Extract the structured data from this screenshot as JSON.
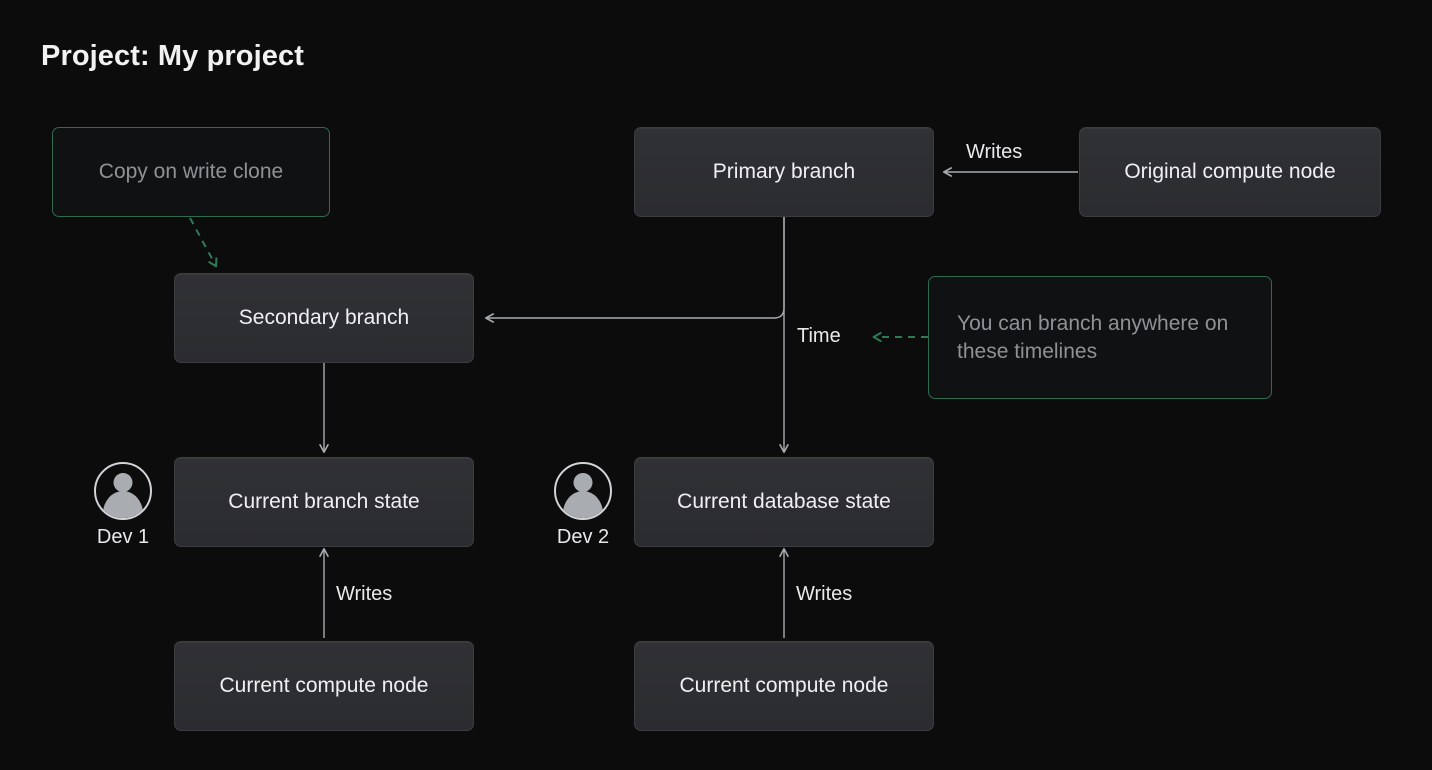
{
  "page": {
    "title": "Project: My project",
    "background_color": "#0c0c0d"
  },
  "theme": {
    "node_fill": "#2e2f32",
    "node_border": "#3c3d41",
    "node_text": "#f0f0f2",
    "accent_green": "#2f6b4f",
    "ghost_text": "#8f9295",
    "edge_color": "#a8abae"
  },
  "nodes": {
    "copy_on_write_clone": {
      "label": "Copy on write clone",
      "style": "annotation"
    },
    "primary_branch": {
      "label": "Primary branch",
      "style": "solid"
    },
    "original_compute_node": {
      "label": "Original compute node",
      "style": "solid"
    },
    "secondary_branch": {
      "label": "Secondary branch",
      "style": "solid"
    },
    "branch_anywhere_note": {
      "label": "You can branch anywhere on these timelines",
      "style": "annotation"
    },
    "current_branch_state": {
      "label": "Current branch state",
      "style": "solid"
    },
    "current_database_state": {
      "label": "Current database state",
      "style": "solid"
    },
    "current_compute_node_left": {
      "label": "Current compute node",
      "style": "solid"
    },
    "current_compute_node_right": {
      "label": "Current compute node",
      "style": "solid"
    }
  },
  "labels": {
    "writes_top": "Writes",
    "time": "Time",
    "writes_left": "Writes",
    "writes_right": "Writes"
  },
  "actors": [
    {
      "name": "dev-1",
      "label": "Dev 1",
      "icon": "user-avatar-icon"
    },
    {
      "name": "dev-2",
      "label": "Dev 2",
      "icon": "user-avatar-icon"
    }
  ],
  "edges": [
    {
      "from": "original_compute_node",
      "to": "primary_branch",
      "label": "Writes",
      "style": "solid-arrow"
    },
    {
      "from": "copy_on_write_clone",
      "to": "secondary_branch",
      "label": "",
      "style": "dashed-green-arrow"
    },
    {
      "from": "primary_branch",
      "to": "secondary_branch",
      "label": "",
      "style": "solid-arrow"
    },
    {
      "from": "primary_branch",
      "to": "current_database_state",
      "label": "Time",
      "style": "solid-arrow"
    },
    {
      "from": "secondary_branch",
      "to": "current_branch_state",
      "label": "",
      "style": "solid-arrow"
    },
    {
      "from": "current_compute_node_left",
      "to": "current_branch_state",
      "label": "Writes",
      "style": "solid-arrow"
    },
    {
      "from": "current_compute_node_right",
      "to": "current_database_state",
      "label": "Writes",
      "style": "solid-arrow"
    },
    {
      "from": "branch_anywhere_note",
      "to": "time",
      "label": "",
      "style": "dashed-green-arrow"
    }
  ]
}
